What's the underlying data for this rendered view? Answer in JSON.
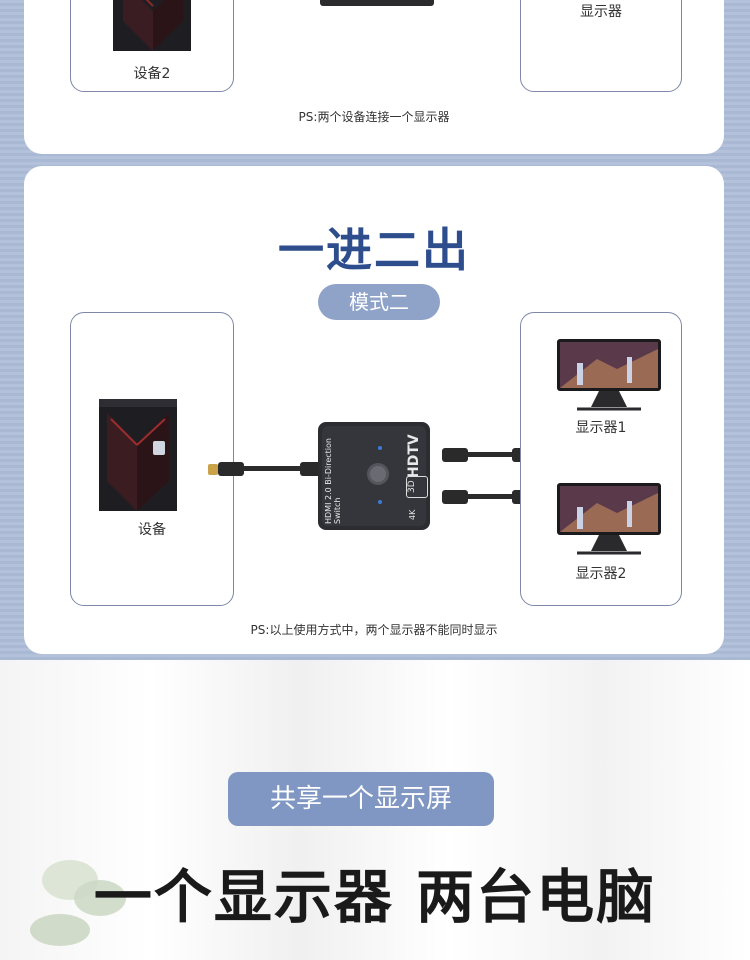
{
  "section1": {
    "device_label": "设备2",
    "monitor_label": "显示器",
    "ps": "PS:两个设备连接一个显示器"
  },
  "section2": {
    "title": "一进二出",
    "mode_badge": "模式二",
    "device_label": "设备",
    "monitor1_label": "显示器1",
    "monitor2_label": "显示器2",
    "switch_text_main": "HDMI 2.0 Bi-Direction Switch",
    "switch_text_hdtv": "HDTV",
    "switch_text_3d": "3D",
    "switch_text_4k": "4K",
    "ps": "PS:以上使用方式中，两个显示器不能同时显示"
  },
  "section3": {
    "badge": "共享一个显示屏",
    "headline": "一个显示器 两台电脑"
  },
  "colors": {
    "title_blue": "#2d4d8c",
    "pill_blue": "#8fa3c8",
    "frame_border": "#7f88a8"
  }
}
